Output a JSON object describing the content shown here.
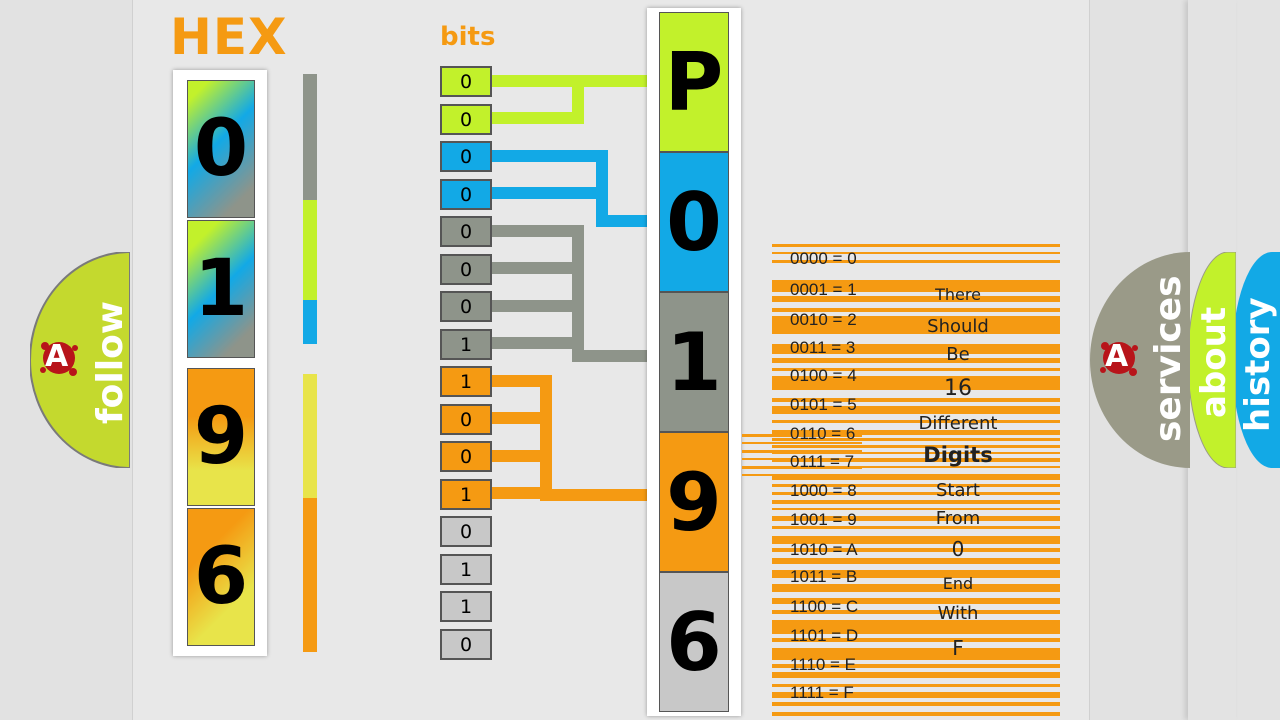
{
  "title": "HEX",
  "bits_label": "bits",
  "hex_digits": [
    "0",
    "1",
    "9",
    "6"
  ],
  "bits": [
    "0",
    "0",
    "0",
    "0",
    "0",
    "0",
    "0",
    "1",
    "1",
    "0",
    "0",
    "1",
    "0",
    "1",
    "1",
    "0"
  ],
  "result": [
    "P",
    "0",
    "1",
    "9",
    "6"
  ],
  "table": [
    "0000 = 0",
    "0001 = 1",
    "0010 = 2",
    "0011 = 3",
    "0100 = 4",
    "0101 = 5",
    "0110 = 6",
    "0111 = 7",
    "1000 = 8",
    "1001 = 9",
    "1010 = A",
    "1011 = B",
    "1100 = C",
    "1101 = D",
    "1110 = E",
    "1111 = F"
  ],
  "notes": [
    "There",
    "Should",
    "Be",
    "16",
    "Different",
    "Digits",
    "Start",
    "From",
    "0",
    "End",
    "With",
    "F"
  ],
  "nav": {
    "follow": "follow",
    "services": "services",
    "about": "about",
    "history": "history",
    "logo_letter": "A"
  },
  "colors": {
    "orange": "#f59a12",
    "lime": "#c2f12b",
    "blue": "#12a9e6",
    "gray": "#8e948a",
    "yellow": "#e8e44a",
    "light_gray": "#c8c8c8",
    "olive": "#9a9a88"
  }
}
